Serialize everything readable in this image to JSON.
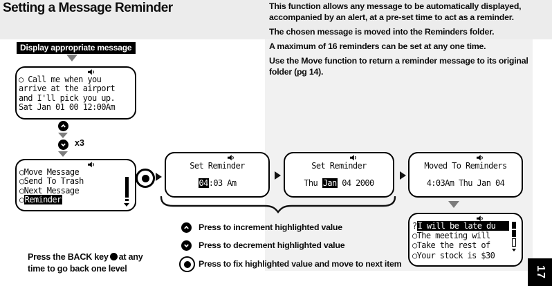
{
  "page": {
    "title": "Setting a Message Reminder",
    "page_number": "17"
  },
  "colors": {
    "header_band": "#ececec",
    "right_panel": "#f1f1f1",
    "highlight": "#000000",
    "flow_arrow_gray": "#7d7d7d"
  },
  "intro": {
    "paragraphs": [
      "This function allows any message to be automatically displayed, accompanied by an alert, at a pre-set time to act as a reminder.",
      "The chosen message is moved into the Reminders folder.",
      "A maximum of 16 reminders can be set at any one time.",
      "Use the Move function to return a reminder message to its original folder (pg 14)."
    ]
  },
  "flow": {
    "step_label": "Display appropriate message",
    "repeat_label": "x3",
    "message_screen": {
      "lines": [
        "○ Call me when you",
        "arrive at the airport",
        "and I'll pick you up.",
        "Sat Jan 01 00 12:00Am"
      ]
    },
    "menu_screen": {
      "items": [
        {
          "bullet": "○",
          "text": "Move Message",
          "highlighted": false
        },
        {
          "bullet": "○",
          "text": "Send To Trash",
          "highlighted": false
        },
        {
          "bullet": "○",
          "text": "Next Message",
          "highlighted": false
        },
        {
          "bullet": "○",
          "text": "Reminder",
          "highlighted": true
        }
      ]
    },
    "set_time_screen": {
      "title": "Set Reminder",
      "value_hl": "04",
      "value_rest": ":03 Am"
    },
    "set_date_screen": {
      "title": "Set Reminder",
      "value_pre": "Thu ",
      "value_hl": "Jan",
      "value_rest": " 04 2000"
    },
    "moved_screen": {
      "title": "Moved To Reminders",
      "value": "4:03Am Thu Jan 04"
    },
    "reminders_screen": {
      "items": [
        {
          "bullet": "?",
          "text": "I will be late du",
          "highlighted": true
        },
        {
          "bullet": "○",
          "text": "The meeting will",
          "highlighted": false
        },
        {
          "bullet": "○",
          "text": "Take the rest of",
          "highlighted": false
        },
        {
          "bullet": "○",
          "text": "Your stock is $30",
          "highlighted": false
        }
      ]
    }
  },
  "legend": {
    "items": [
      {
        "icon": "increment-button-icon",
        "text": "Press to increment highlighted value"
      },
      {
        "icon": "decrement-button-icon",
        "text": "Press to decrement highlighted value"
      },
      {
        "icon": "select-button-icon",
        "text": "Press to fix highlighted value and move to next item"
      }
    ]
  },
  "footnote": {
    "before": "Press the BACK key",
    "after": "at any time to go back one level"
  }
}
